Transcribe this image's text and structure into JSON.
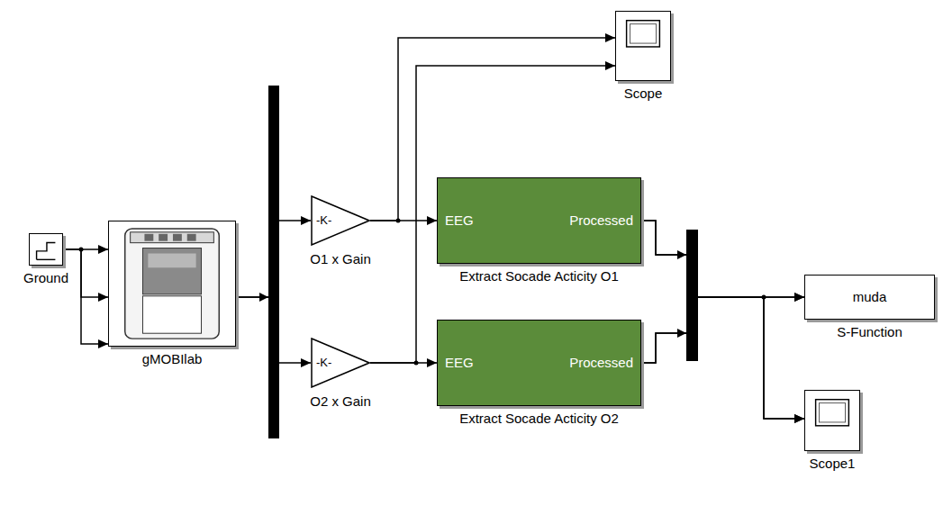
{
  "diagram": {
    "nodes": [
      {
        "text": [
          "Ground"
        ]
      },
      {
        "text": [
          "gMOBIlab"
        ]
      },
      {
        "text": [
          "-K-",
          "O1 x Gain"
        ]
      },
      {
        "text": [
          "-K-",
          "O2 x Gain"
        ]
      },
      {
        "text": [
          "Scope"
        ]
      },
      {
        "text": [
          "EEG",
          "Processed",
          "Extract Socade Acticity O1"
        ]
      },
      {
        "text": [
          "EEG",
          "Processed",
          "Extract Socade Acticity O2"
        ]
      },
      {
        "text": [
          "muda",
          "S-Function"
        ]
      },
      {
        "text": [
          "Scope1"
        ]
      }
    ],
    "edges": [
      {
        "from": 0,
        "to": 1,
        "arrow": "to"
      },
      {
        "from": 0,
        "to": 1,
        "arrow": "to"
      },
      {
        "from": 0,
        "to": 1,
        "arrow": "to"
      },
      {
        "from": 1,
        "to": 2,
        "arrow": "to"
      },
      {
        "from": 1,
        "to": 3,
        "arrow": "to"
      },
      {
        "from": 2,
        "to": 4,
        "arrow": "to"
      },
      {
        "from": 3,
        "to": 4,
        "arrow": "to"
      },
      {
        "from": 2,
        "to": 5,
        "arrow": "to"
      },
      {
        "from": 3,
        "to": 6,
        "arrow": "to"
      },
      {
        "from": 5,
        "to": 7,
        "arrow": "to"
      },
      {
        "from": 5,
        "to": 8,
        "arrow": "to"
      },
      {
        "from": 6,
        "to": 7,
        "arrow": "to"
      },
      {
        "from": 6,
        "to": 8,
        "arrow": "to"
      }
    ]
  }
}
